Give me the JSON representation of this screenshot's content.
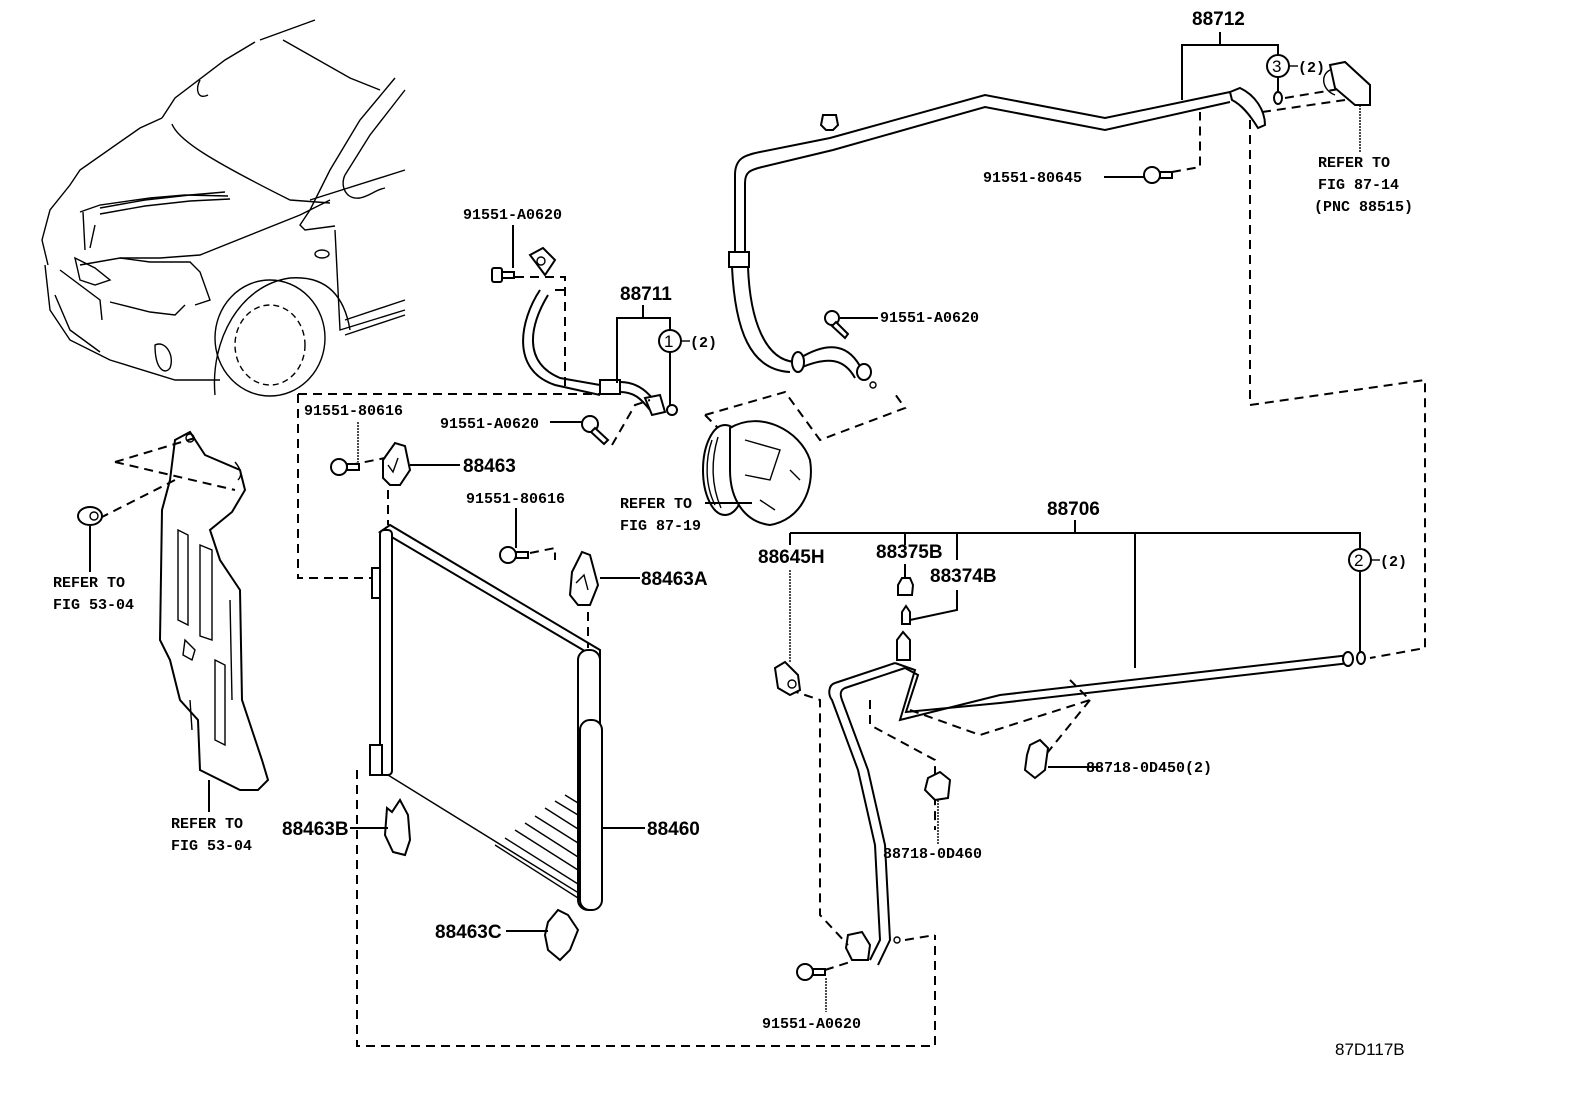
{
  "diagram": {
    "figure_code": "87D117B",
    "parts": {
      "p88712": "88712",
      "p88711": "88711",
      "p88706": "88706",
      "p88463": "88463",
      "p88463A": "88463A",
      "p88463B": "88463B",
      "p88463C": "88463C",
      "p88460": "88460",
      "p88645H": "88645H",
      "p88375B": "88375B",
      "p88374B": "88374B",
      "p88718_0D450": "88718-0D450(2)",
      "p88718_0D460": "88718-0D460",
      "bolt_80645": "91551-80645",
      "bolt_A0620_top": "91551-A0620",
      "bolt_A0620_mid": "91551-A0620",
      "bolt_A0620_right": "91551-A0620",
      "bolt_A0620_bottom": "91551-A0620",
      "bolt_80616_left": "91551-80616",
      "bolt_80616_right": "91551-80616"
    },
    "callouts": [
      {
        "num": "1",
        "qty": "(2)"
      },
      {
        "num": "2",
        "qty": "(2)"
      },
      {
        "num": "3",
        "qty": "(2)"
      }
    ],
    "references": {
      "fig_87_14": {
        "line1": "REFER TO",
        "line2": "FIG 87-14",
        "line3": "(PNC 88515)"
      },
      "fig_87_19": {
        "line1": "REFER TO",
        "line2": "FIG 87-19"
      },
      "fig_53_04_clip": {
        "line1": "REFER TO",
        "line2": "FIG 53-04"
      },
      "fig_53_04_panel": {
        "line1": "REFER TO",
        "line2": "FIG 53-04"
      }
    }
  }
}
